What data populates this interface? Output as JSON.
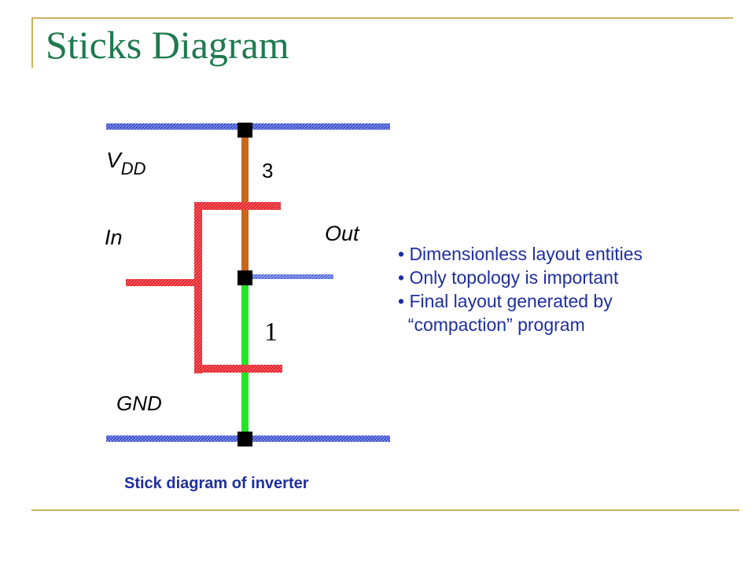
{
  "slide": {
    "title": "Sticks Diagram"
  },
  "diagram": {
    "labels": {
      "vdd_main": "V",
      "vdd_sub": "DD",
      "in": "In",
      "out": "Out",
      "gnd": "GND",
      "pmos_ratio": "3",
      "nmos_ratio": "1"
    },
    "colors": {
      "metal": "#3a4fd0",
      "poly": "#e8202a",
      "pdiff": "#c8661a",
      "ndiff": "#22e622",
      "contact": "#000000"
    }
  },
  "bullets": [
    "• Dimensionless layout entities",
    "• Only topology is important",
    "• Final layout generated by",
    "  “compaction” program"
  ],
  "caption": "Stick diagram of inverter"
}
